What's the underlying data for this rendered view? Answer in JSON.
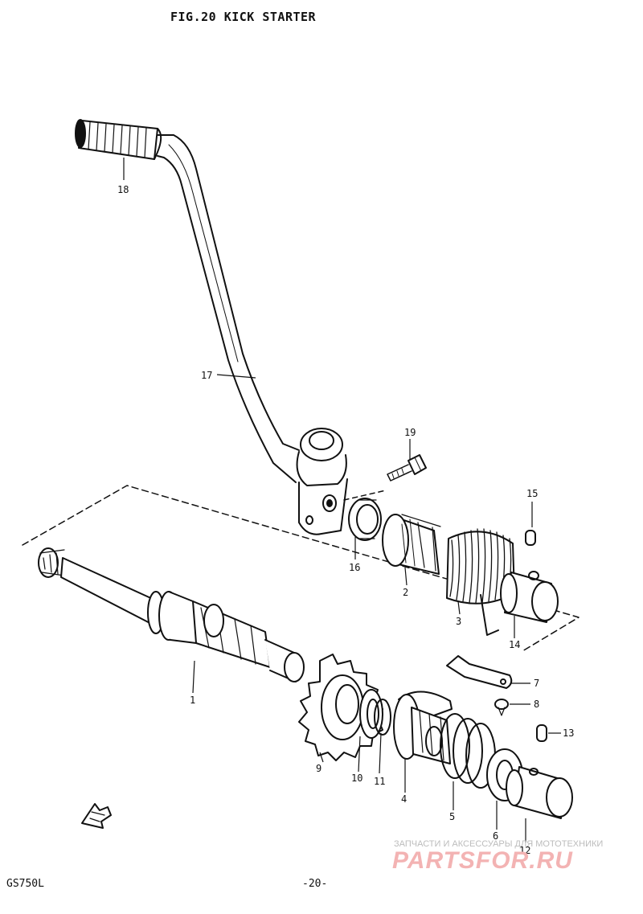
{
  "header": {
    "title": "FIG.20  KICK STARTER"
  },
  "footer": {
    "model": "GS750L",
    "page": "-20-"
  },
  "watermark": {
    "text": "ЗАПЧАСТИ И АКСЕССУАРЫ ДЛЯ МОТОТЕХНИКИ",
    "logo": "PARTSFOR.RU"
  },
  "callouts": {
    "c1": "1",
    "c2": "2",
    "c3": "3",
    "c4": "4",
    "c5": "5",
    "c6": "6",
    "c7": "7",
    "c8": "8",
    "c9": "9",
    "c10": "10",
    "c11": "11",
    "c12": "12",
    "c13": "13",
    "c14": "14",
    "c15": "15",
    "c16": "16",
    "c17": "17",
    "c18": "18",
    "c19": "19"
  },
  "colors": {
    "ink": "#111111",
    "watermark": "#f3b3b3"
  },
  "icons": {
    "front_arrow": "front-direction-arrow-icon"
  }
}
